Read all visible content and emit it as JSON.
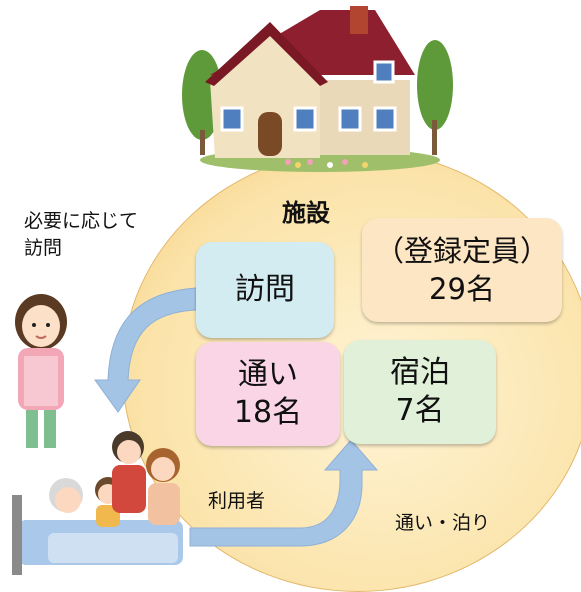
{
  "facility_label": "施設",
  "visit_note": {
    "line1": "必要に応じて",
    "line2": "訪問"
  },
  "boxes": {
    "houmon": {
      "label": "訪問"
    },
    "capacity": {
      "line1": "（登録定員）",
      "line2": "29名"
    },
    "kayoi": {
      "line1": "通い",
      "line2": "18名"
    },
    "shukuhaku": {
      "line1": "宿泊",
      "line2": "7名"
    }
  },
  "user_label": "利用者",
  "commute_label": "通い・泊り",
  "colors": {
    "ellipse": "#fbe3a9",
    "houmon_box": "#d3ecf1",
    "capacity_box": "#fde6c3",
    "kayoi_box": "#fad5e6",
    "shukuhaku_box": "#e1f1d9",
    "arrow": "#a4c4e6"
  }
}
